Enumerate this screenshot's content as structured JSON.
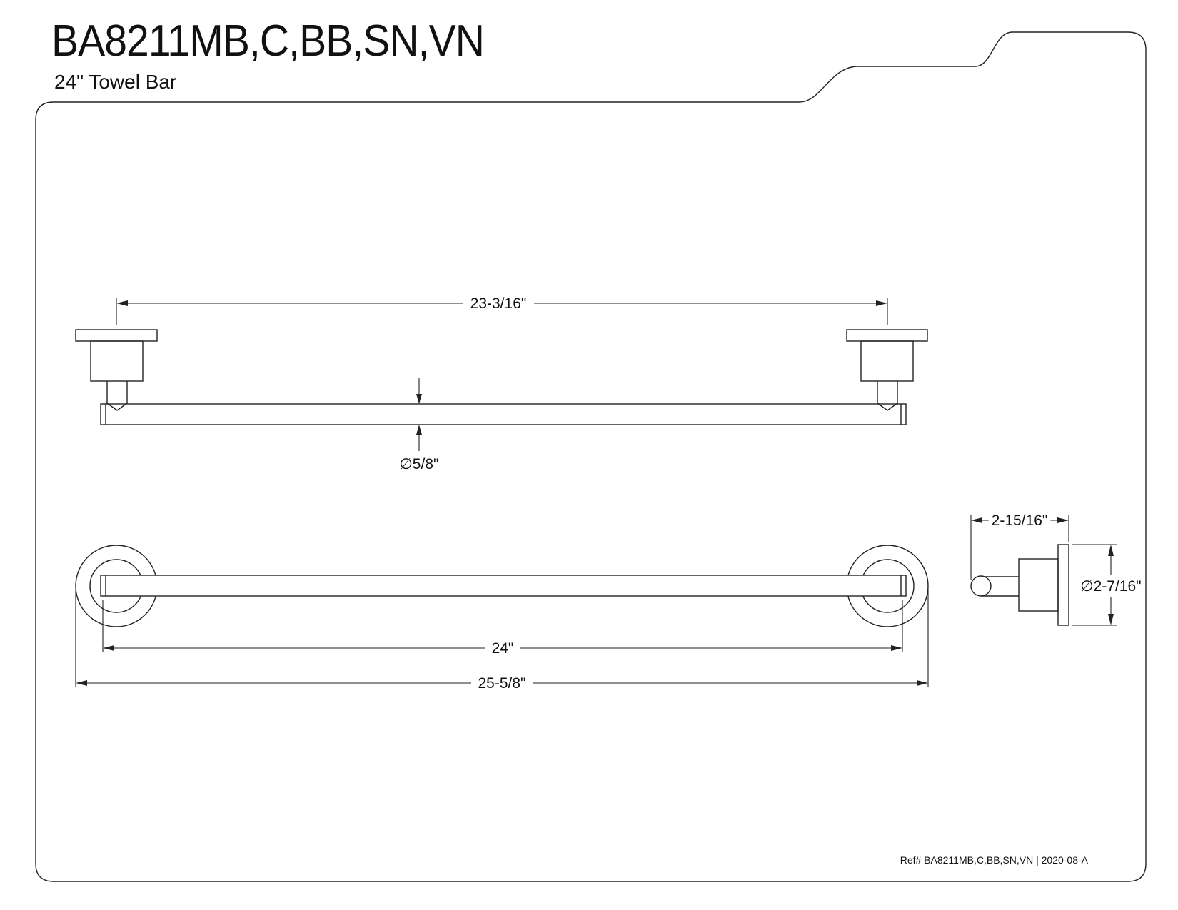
{
  "title": "BA8211MB,C,BB,SN,VN",
  "subtitle": "24\" Towel Bar",
  "reference": "Ref# BA8211MB,C,BB,SN,VN | 2020-08-A",
  "dimensions": {
    "flange_center_span": "23-3/16\"",
    "bar_diameter": "∅5/8\"",
    "bar_length": "24\"",
    "overall_length": "25-5/8\"",
    "projection": "2-15/16\"",
    "flange_diameter": "∅2-7/16\""
  },
  "colors": {
    "line": "#222222",
    "background": "#ffffff"
  }
}
